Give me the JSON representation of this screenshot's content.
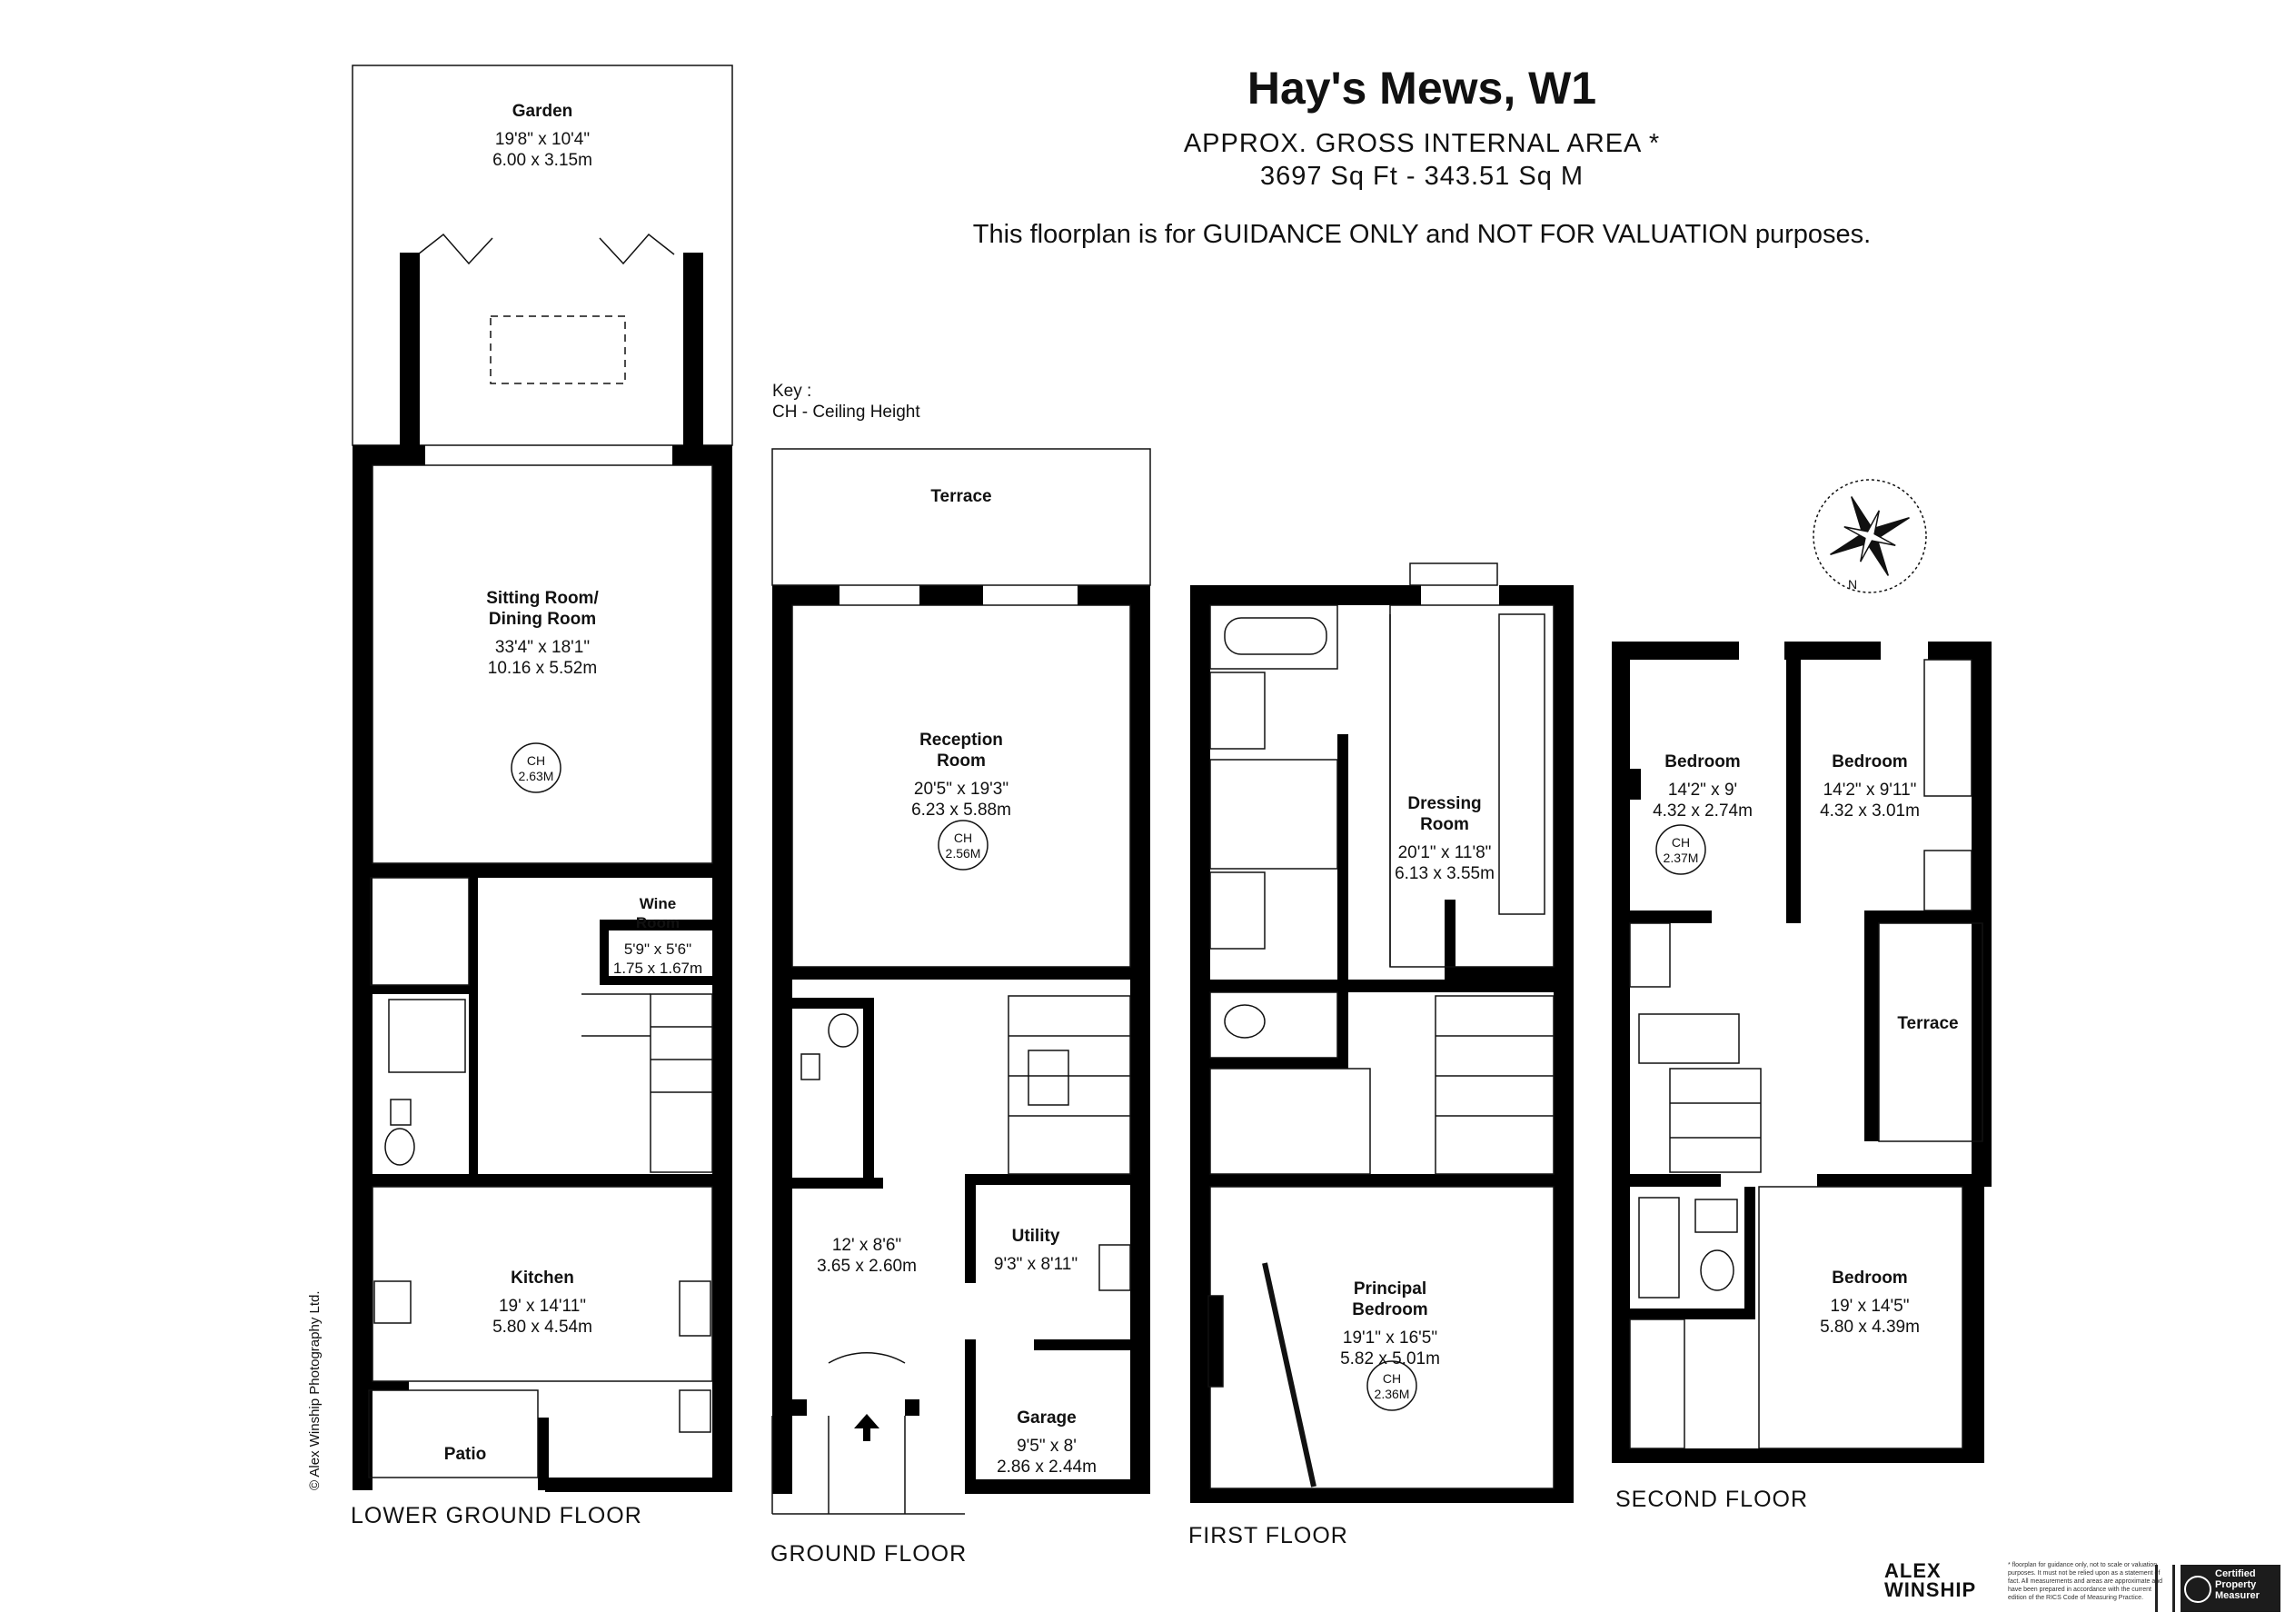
{
  "header": {
    "title": "Hay's Mews, W1",
    "area_label": "APPROX. GROSS INTERNAL  AREA *",
    "area_value": "3697 Sq Ft  -  343.51 Sq M",
    "guidance": "This floorplan is for GUIDANCE ONLY and NOT FOR VALUATION purposes."
  },
  "key": {
    "title": "Key :",
    "entry": "CH - Ceiling Height"
  },
  "floors": {
    "lower_ground": "LOWER GROUND FLOOR",
    "ground": "GROUND FLOOR",
    "first": "FIRST FLOOR",
    "second": "SECOND FLOOR"
  },
  "rooms": [
    {
      "id": "garden",
      "name": [
        "Garden"
      ],
      "dims": [
        "19'8\" x 10'4\"",
        "6.00 x 3.15m"
      ]
    },
    {
      "id": "sitting",
      "name": [
        "Sitting Room/",
        "Dining Room"
      ],
      "dims": [
        "33'4\" x 18'1\"",
        "10.16 x 5.52m"
      ],
      "ch": "2.63M"
    },
    {
      "id": "wine",
      "name": [
        "Wine",
        "Room"
      ],
      "dims": [
        "5'9\" x 5'6\"",
        "1.75 x 1.67m"
      ]
    },
    {
      "id": "kitchen",
      "name": [
        "Kitchen"
      ],
      "dims": [
        "19' x 14'11\"",
        "5.80 x 4.54m"
      ]
    },
    {
      "id": "patio",
      "name": [
        "Patio"
      ],
      "dims": []
    },
    {
      "id": "terrace_g",
      "name": [
        "Terrace"
      ],
      "dims": []
    },
    {
      "id": "reception",
      "name": [
        "Reception",
        "Room"
      ],
      "dims": [
        "20'5\" x 19'3\"",
        "6.23 x 5.88m"
      ],
      "ch": "2.56M"
    },
    {
      "id": "hall",
      "name": [],
      "dims": [
        "12' x 8'6\"",
        "3.65 x 2.60m"
      ]
    },
    {
      "id": "utility",
      "name": [
        "Utility"
      ],
      "dims": [
        "9'3\" x 8'11\""
      ]
    },
    {
      "id": "garage",
      "name": [
        "Garage"
      ],
      "dims": [
        "9'5\" x 8'",
        "2.86 x 2.44m"
      ]
    },
    {
      "id": "dressing",
      "name": [
        "Dressing",
        "Room"
      ],
      "dims": [
        "20'1\" x 11'8\"",
        "6.13 x 3.55m"
      ]
    },
    {
      "id": "principal",
      "name": [
        "Principal",
        "Bedroom"
      ],
      "dims": [
        "19'1\" x 16'5\"",
        "5.82 x 5.01m"
      ],
      "ch": "2.36M"
    },
    {
      "id": "bed1",
      "name": [
        "Bedroom"
      ],
      "dims": [
        "14'2\" x 9'",
        "4.32 x 2.74m"
      ],
      "ch": "2.37M"
    },
    {
      "id": "bed2",
      "name": [
        "Bedroom"
      ],
      "dims": [
        "14'2\" x 9'11\"",
        "4.32 x 3.01m"
      ]
    },
    {
      "id": "terrace_2",
      "name": [
        "Terrace"
      ],
      "dims": []
    },
    {
      "id": "bed3",
      "name": [
        "Bedroom"
      ],
      "dims": [
        "19' x 14'5\"",
        "5.80 x 4.39m"
      ]
    }
  ],
  "ch_prefix": "CH",
  "copyright": "© Alex Winship Photography Ltd.",
  "logo": {
    "line1": "ALEX",
    "line2": "WINSHIP"
  },
  "disclaimer": "* floorplan for guidance only, not to scale or valuation purposes. It must not be relied upon as a statement of fact. All measurements and areas are approximate and have been prepared in accordance with the current edition of the RICS Code of Measuring Practice.",
  "rics": {
    "line1": "Certified",
    "line2": "Property",
    "line3": "Measurer",
    "badge": "RICS"
  },
  "colors": {
    "wall": "#000000",
    "line": "#111111",
    "background": "#ffffff"
  }
}
